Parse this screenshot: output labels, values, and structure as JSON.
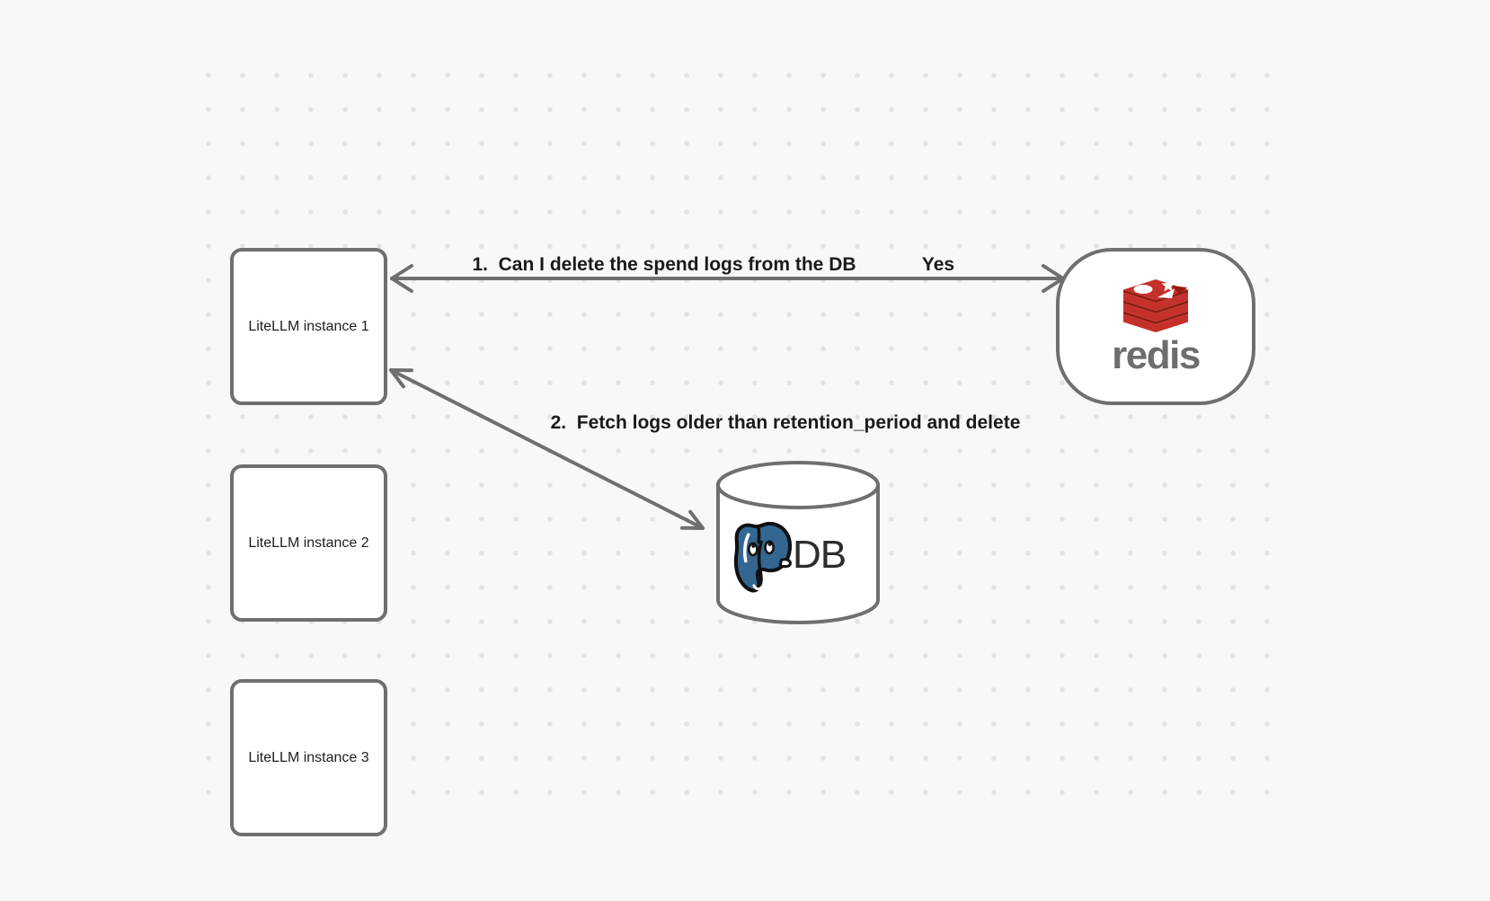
{
  "diagram": {
    "background_color": "#f8f8f8",
    "dot_color": "#e3e3e3",
    "stroke_color": "#6f6f6f",
    "label_color": "#1a1a1a"
  },
  "nodes": {
    "litellm_instances": [
      {
        "label": "LiteLLM instance 1"
      },
      {
        "label": "LiteLLM instance 2"
      },
      {
        "label": "LiteLLM instance 3"
      }
    ],
    "redis": {
      "wordmark": "redis",
      "icon": "redis-logo"
    },
    "db": {
      "label": "DB",
      "icon": "postgresql-logo"
    }
  },
  "edges": [
    {
      "from": "LiteLLM instance 1",
      "to": "redis",
      "direction": "bidirectional",
      "label": "1.  Can I delete the spend logs from the DB",
      "response": "Yes"
    },
    {
      "from": "LiteLLM instance 1",
      "to": "DB",
      "direction": "bidirectional",
      "label": "2.  Fetch logs older than retention_period and delete"
    }
  ],
  "brand_colors": {
    "redis_red": "#c6302b",
    "redis_dark_red": "#8f1d10",
    "redis_gray": "#6d6d6d",
    "postgres_blue": "#336791"
  }
}
